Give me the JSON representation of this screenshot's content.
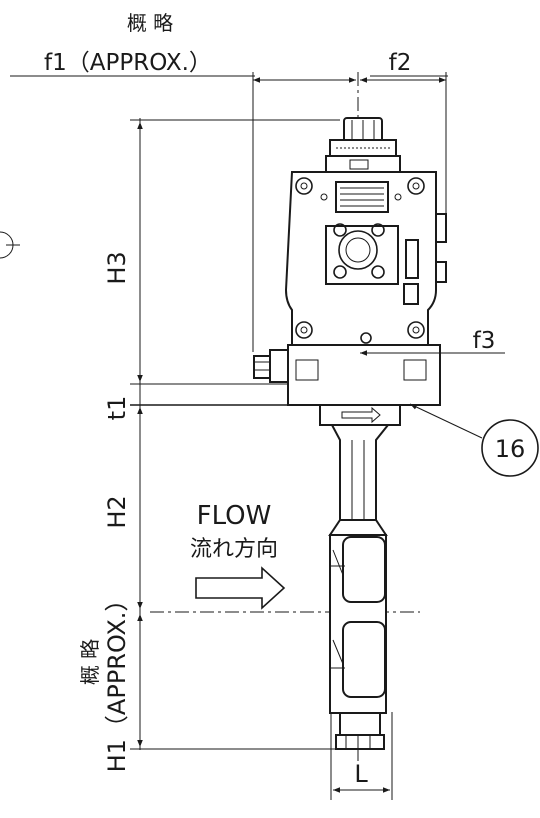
{
  "dimensions": {
    "approx_jp": "概 略",
    "f1": "f1（APPROX.）",
    "f2": "f2",
    "f3": "f3",
    "h3": "H3",
    "t1": "t1",
    "h2": "H2",
    "h1": "H1（APPROX.）",
    "h1_approx_jp": "概 略",
    "l": "L"
  },
  "flow": {
    "label": "FLOW",
    "label_jp": "流れ方向"
  },
  "callout": {
    "part_number": "16"
  }
}
